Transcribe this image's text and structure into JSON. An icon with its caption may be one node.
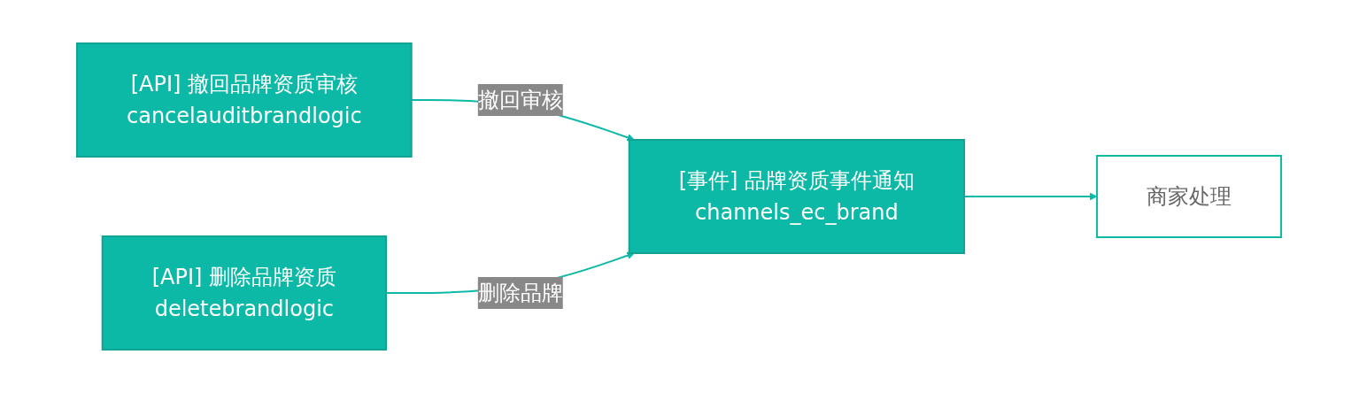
{
  "diagram": {
    "nodes": [
      {
        "text": [
          "[API] 撤回品牌资质审核",
          "cancelauditbrandlogic"
        ]
      },
      {
        "text": [
          "[API] 删除品牌资质",
          "deletebrandlogic"
        ]
      },
      {
        "text": [
          "[事件] 品牌资质事件通知",
          "channels_ec_brand"
        ]
      },
      {
        "text": [
          "商家处理"
        ]
      }
    ],
    "edges": [
      {
        "from": 0,
        "to": 2,
        "arrow": "to",
        "label": "撤回审核"
      },
      {
        "from": 1,
        "to": 2,
        "arrow": "to",
        "label": "删除品牌"
      },
      {
        "from": 2,
        "to": 3,
        "arrow": "to"
      }
    ]
  }
}
